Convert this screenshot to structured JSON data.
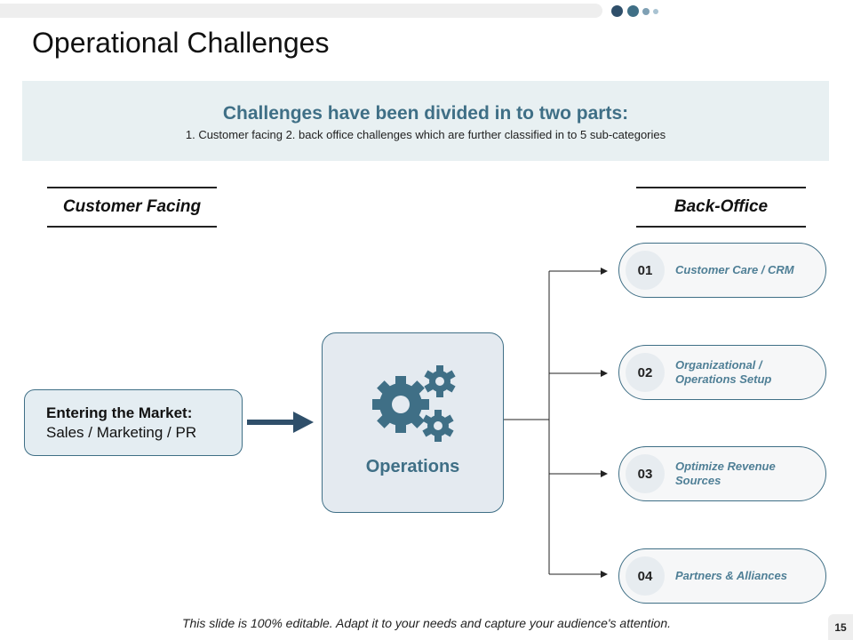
{
  "slide": {
    "title": "Operational Challenges",
    "banner": {
      "heading": "Challenges have been divided in to two parts:",
      "subtext": "1. Customer facing 2. back office challenges which are further classified in to 5 sub-categories"
    },
    "sections": {
      "left_label": "Customer Facing",
      "right_label": "Back-Office"
    },
    "entering": {
      "title": "Entering the Market:",
      "text": "Sales / Marketing / PR"
    },
    "center": {
      "label": "Operations",
      "icon": "gears-icon"
    },
    "back_office_items": [
      {
        "number": "01",
        "label": "Customer Care / CRM"
      },
      {
        "number": "02",
        "label": "Organizational / Operations Setup"
      },
      {
        "number": "03",
        "label": "Optimize Revenue Sources"
      },
      {
        "number": "04",
        "label": "Partners & Alliances"
      }
    ],
    "footer": "This slide is 100% editable. Adapt it to your needs and capture your audience's attention.",
    "page_number": "15"
  },
  "colors": {
    "accent": "#3f6f86",
    "banner_bg": "#e8f0f2",
    "box_bg": "#e4eaf0"
  }
}
